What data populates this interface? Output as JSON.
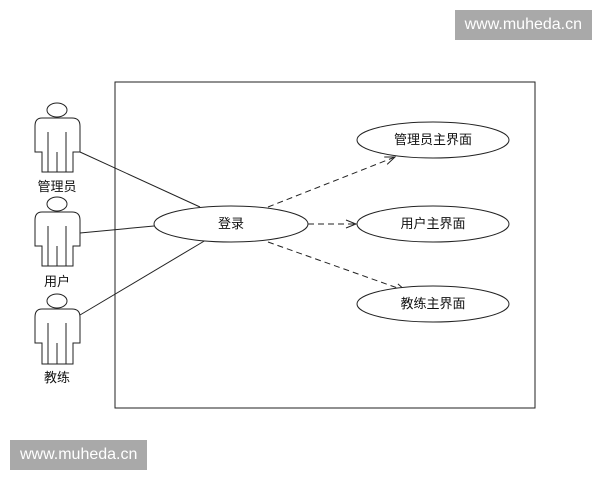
{
  "watermarks": {
    "top": "www.muheda.cn",
    "bottom": "www.muheda.cn"
  },
  "actors": [
    {
      "id": "admin",
      "label": "管理员"
    },
    {
      "id": "user",
      "label": "用户"
    },
    {
      "id": "coach",
      "label": "教练"
    }
  ],
  "use_cases": [
    {
      "id": "login",
      "label": "登录"
    },
    {
      "id": "admin-main",
      "label": "管理员主界面"
    },
    {
      "id": "user-main",
      "label": "用户主界面"
    },
    {
      "id": "coach-main",
      "label": "教练主界面"
    }
  ],
  "associations": [
    {
      "from": "admin",
      "to": "login"
    },
    {
      "from": "user",
      "to": "login"
    },
    {
      "from": "coach",
      "to": "login"
    }
  ],
  "dependencies": [
    {
      "from": "login",
      "to": "admin-main"
    },
    {
      "from": "login",
      "to": "user-main"
    },
    {
      "from": "login",
      "to": "coach-main"
    }
  ],
  "colors": {
    "line": "#222222",
    "watermark_bg": "#a9a9a9",
    "watermark_text": "#ffffff"
  }
}
